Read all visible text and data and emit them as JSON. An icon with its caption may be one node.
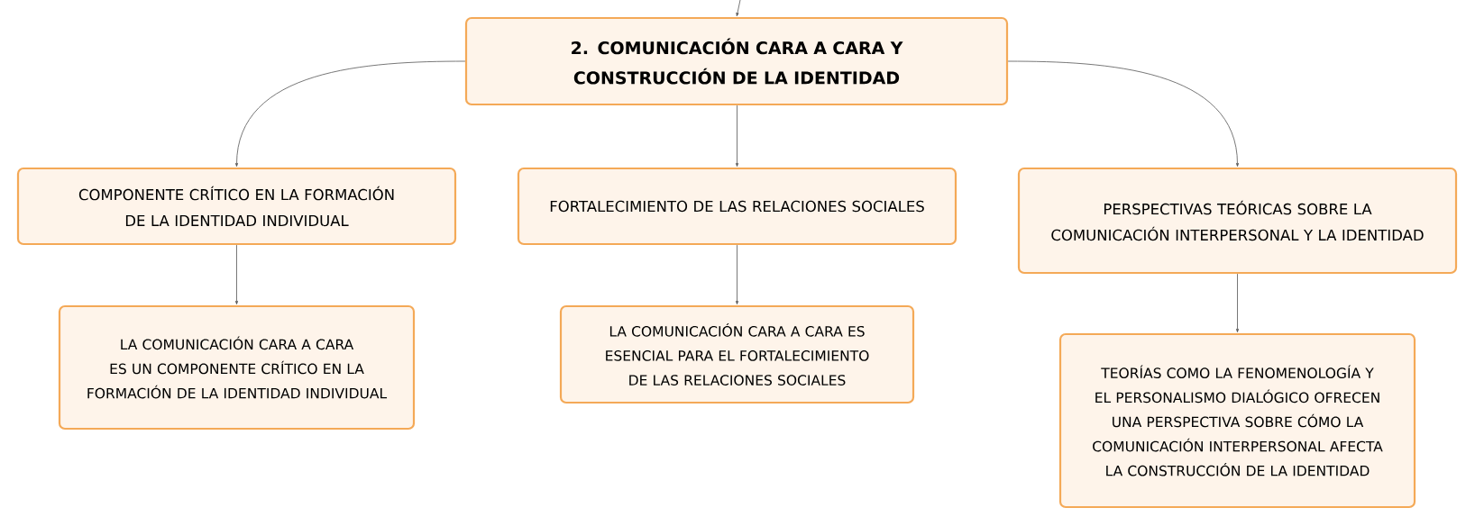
{
  "diagram": {
    "nodes": [
      {
        "text": [
          "2. COMUNICACIÓN CARA A CARA Y CONSTRUCCIÓN DE LA IDENTIDAD"
        ]
      },
      {
        "text": [
          "COMPONENTE CRÍTICO EN LA FORMACIÓN DE LA IDENTIDAD INDIVIDUAL"
        ]
      },
      {
        "text": [
          "FORTALECIMIENTO DE LAS RELACIONES SOCIALES"
        ]
      },
      {
        "text": [
          "PERSPECTIVAS TEÓRICAS SOBRE LA COMUNICACIÓN INTERPERSONAL Y LA IDENTIDAD"
        ]
      },
      {
        "text": [
          "LA COMUNICACIÓN CARA A CARA ES UN COMPONENTE CRÍTICO EN LA FORMACIÓN DE LA IDENTIDAD INDIVIDUAL"
        ]
      },
      {
        "text": [
          "LA COMUNICACIÓN CARA A CARA ES ESENCIAL PARA EL FORTALECIMIENTO DE LAS RELACIONES SOCIALES"
        ]
      },
      {
        "text": [
          "TEORÍAS COMO LA FENOMENOLOGÍA Y EL PERSONALISMO DIALÓGICO OFRECEN UNA PERSPECTIVA SOBRE CÓMO LA COMUNICACIÓN INTERPERSONAL AFECTA LA CONSTRUCCIÓN DE LA IDENTIDAD"
        ]
      }
    ],
    "edges": [
      {
        "from": null,
        "to": 0,
        "arrow": "to"
      },
      {
        "from": 0,
        "to": 1,
        "arrow": "to"
      },
      {
        "from": 0,
        "to": 2,
        "arrow": "to"
      },
      {
        "from": 0,
        "to": 3,
        "arrow": "to"
      },
      {
        "from": 1,
        "to": 4,
        "arrow": "to"
      },
      {
        "from": 2,
        "to": 5,
        "arrow": "to"
      },
      {
        "from": 3,
        "to": 6,
        "arrow": "to"
      }
    ]
  }
}
